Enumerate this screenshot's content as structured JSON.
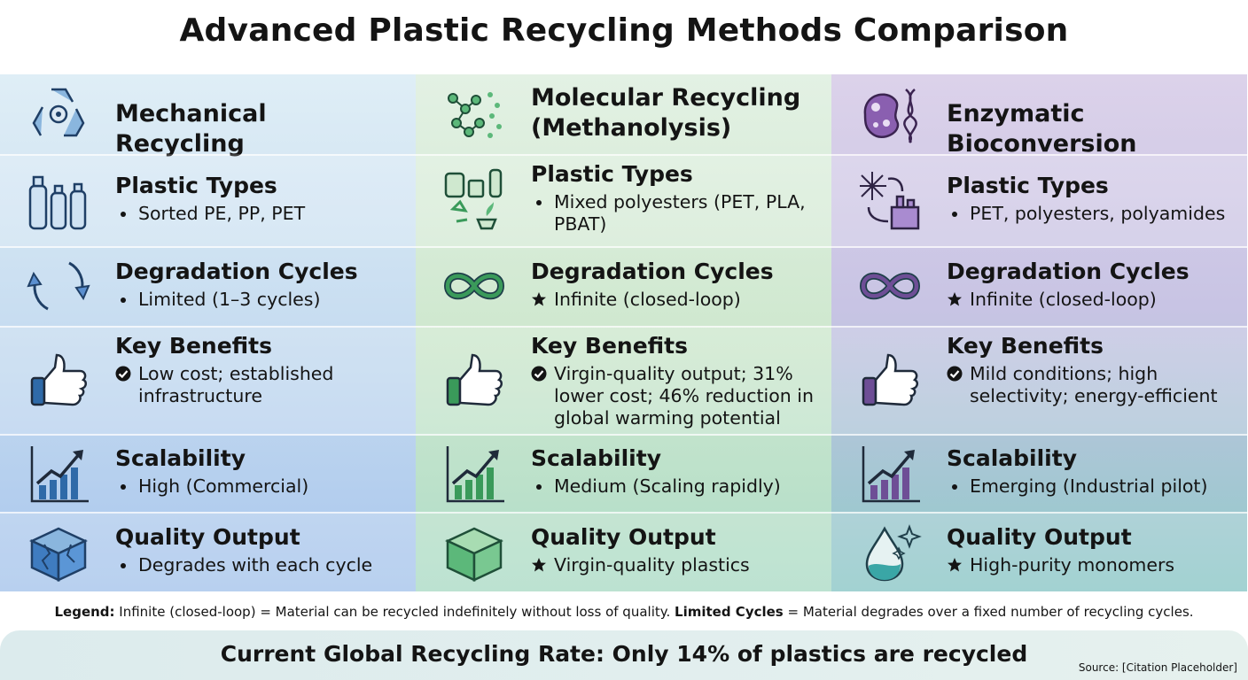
{
  "title": "Advanced Plastic Recycling Methods Comparison",
  "columns": [
    {
      "name": "Mechanical Recycling",
      "header_icon": "recycle-gear-icon",
      "accent": "#2f6aa8",
      "rows": [
        {
          "heading": "Plastic Types",
          "icon": "plastic-bottles-icon",
          "marker": "bullet",
          "text": "Sorted PE, PP, PET"
        },
        {
          "heading": "Degradation Cycles",
          "icon": "cycle-arrows-icon",
          "marker": "bullet",
          "text": "Limited (1–3 cycles)"
        },
        {
          "heading": "Key Benefits",
          "icon": "thumbs-up-icon",
          "marker": "check",
          "text": "Low cost; established infrastructure"
        },
        {
          "heading": "Scalability",
          "icon": "growth-chart-icon",
          "marker": "bullet",
          "text": "High (Commercial)"
        },
        {
          "heading": "Quality Output",
          "icon": "cracked-cube-icon",
          "marker": "bullet",
          "text": "Degrades with each cycle"
        }
      ]
    },
    {
      "name": "Molecular Recycling (Methanolysis)",
      "header_icon": "molecule-icon",
      "accent": "#3a9a5a",
      "rows": [
        {
          "heading": "Plastic Types",
          "icon": "mixed-containers-icon",
          "marker": "bullet",
          "text": "Mixed polyesters (PET, PLA, PBAT)"
        },
        {
          "heading": "Degradation Cycles",
          "icon": "infinity-icon",
          "marker": "star",
          "text": "Infinite (closed-loop)"
        },
        {
          "heading": "Key Benefits",
          "icon": "thumbs-up-icon",
          "marker": "check",
          "text": "Virgin-quality output; 31% lower cost; 46% reduction in global warming potential"
        },
        {
          "heading": "Scalability",
          "icon": "growth-chart-icon",
          "marker": "bullet",
          "text": "Medium (Scaling rapidly)"
        },
        {
          "heading": "Quality Output",
          "icon": "cube-icon",
          "marker": "star",
          "text": "Virgin-quality plastics"
        }
      ]
    },
    {
      "name": "Enzymatic Bioconversion",
      "header_icon": "enzyme-dna-icon",
      "accent": "#6e4e96",
      "rows": [
        {
          "heading": "Plastic Types",
          "icon": "fiber-factory-icon",
          "marker": "bullet",
          "text": "PET, polyesters, polyamides"
        },
        {
          "heading": "Degradation Cycles",
          "icon": "infinity-icon",
          "marker": "star",
          "text": "Infinite (closed-loop)"
        },
        {
          "heading": "Key Benefits",
          "icon": "thumbs-up-icon",
          "marker": "check",
          "text": "Mild conditions; high selectivity; energy-efficient"
        },
        {
          "heading": "Scalability",
          "icon": "growth-chart-icon",
          "marker": "bullet",
          "text": "Emerging (Industrial pilot)"
        },
        {
          "heading": "Quality Output",
          "icon": "droplet-sparkle-icon",
          "marker": "star",
          "text": "High-purity monomers"
        }
      ]
    }
  ],
  "legend": {
    "label": "Legend:",
    "text1": " Infinite (closed-loop) = Material can be recycled indefinitely without loss of quality. ",
    "label2": "Limited Cycles",
    "text2": " = Material degrades over a fixed number of recycling cycles."
  },
  "footer": {
    "main": "Current Global Recycling Rate: Only 14% of plastics are recycled",
    "source": "Source: [Citation Placeholder]"
  }
}
